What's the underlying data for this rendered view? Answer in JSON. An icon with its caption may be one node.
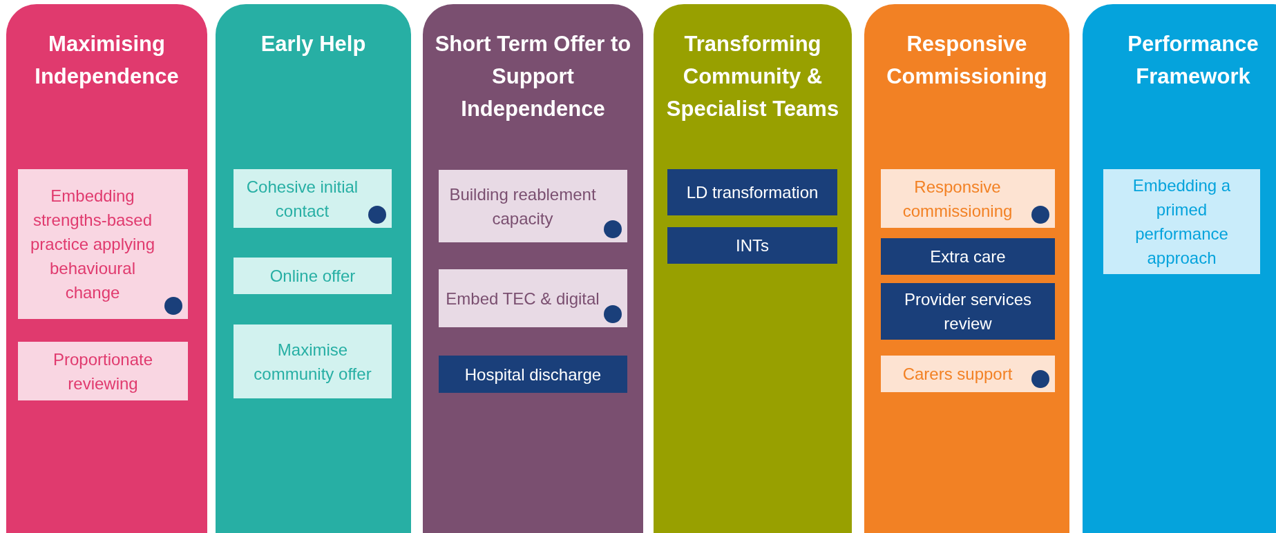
{
  "diagram": {
    "nodes": [
      {
        "text": [
          "Maximising Independence"
        ]
      },
      {
        "text": [
          "Embedding strengths-based practice applying behavioural change"
        ],
        "in": 0
      },
      {
        "text": [
          "Proportionate reviewing"
        ],
        "in": 0
      },
      {
        "text": [
          "Early Help"
        ]
      },
      {
        "text": [
          "Cohesive initial contact"
        ],
        "in": 3
      },
      {
        "text": [
          "Online offer"
        ],
        "in": 3
      },
      {
        "text": [
          "Maximise community offer"
        ],
        "in": 3
      },
      {
        "text": [
          "Short Term Offer to Support Independence"
        ]
      },
      {
        "text": [
          "Building reablement capacity"
        ],
        "in": 7
      },
      {
        "text": [
          "Embed TEC & digital"
        ],
        "in": 7
      },
      {
        "text": [
          "Hospital discharge"
        ],
        "in": 7
      },
      {
        "text": [
          "Transforming Community & Specialist Teams"
        ]
      },
      {
        "text": [
          "LD transformation"
        ],
        "in": 11
      },
      {
        "text": [
          "INTs"
        ],
        "in": 11
      },
      {
        "text": [
          "Responsive Commissioning"
        ]
      },
      {
        "text": [
          "Responsive commissioning"
        ],
        "in": 14
      },
      {
        "text": [
          "Extra care"
        ],
        "in": 14
      },
      {
        "text": [
          "Provider services review"
        ],
        "in": 14
      },
      {
        "text": [
          "Carers support"
        ],
        "in": 14
      },
      {
        "text": [
          "Performance Framework"
        ]
      },
      {
        "text": [
          "Embedding a primed performance approach"
        ],
        "in": 19
      }
    ],
    "edges": []
  }
}
